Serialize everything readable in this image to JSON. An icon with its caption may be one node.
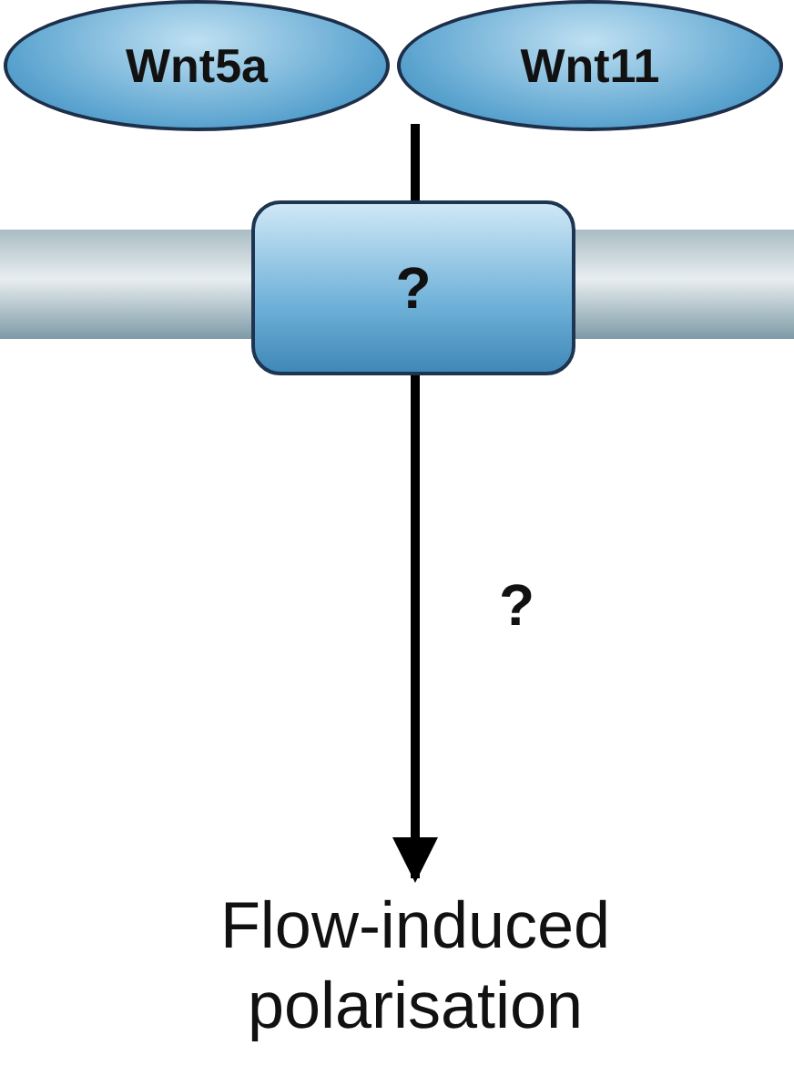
{
  "diagram": {
    "nodes": [
      {
        "text": [
          "Wnt5a"
        ]
      },
      {
        "text": [
          "Wnt11"
        ]
      },
      {
        "text": [
          "?"
        ]
      },
      {
        "text": [
          "Flow-induced polarisation"
        ]
      }
    ],
    "edges": [
      {
        "from": 1,
        "to": 2,
        "arrow": "none"
      },
      {
        "from": 2,
        "to": 3,
        "arrow": "to",
        "label": "?"
      }
    ]
  }
}
